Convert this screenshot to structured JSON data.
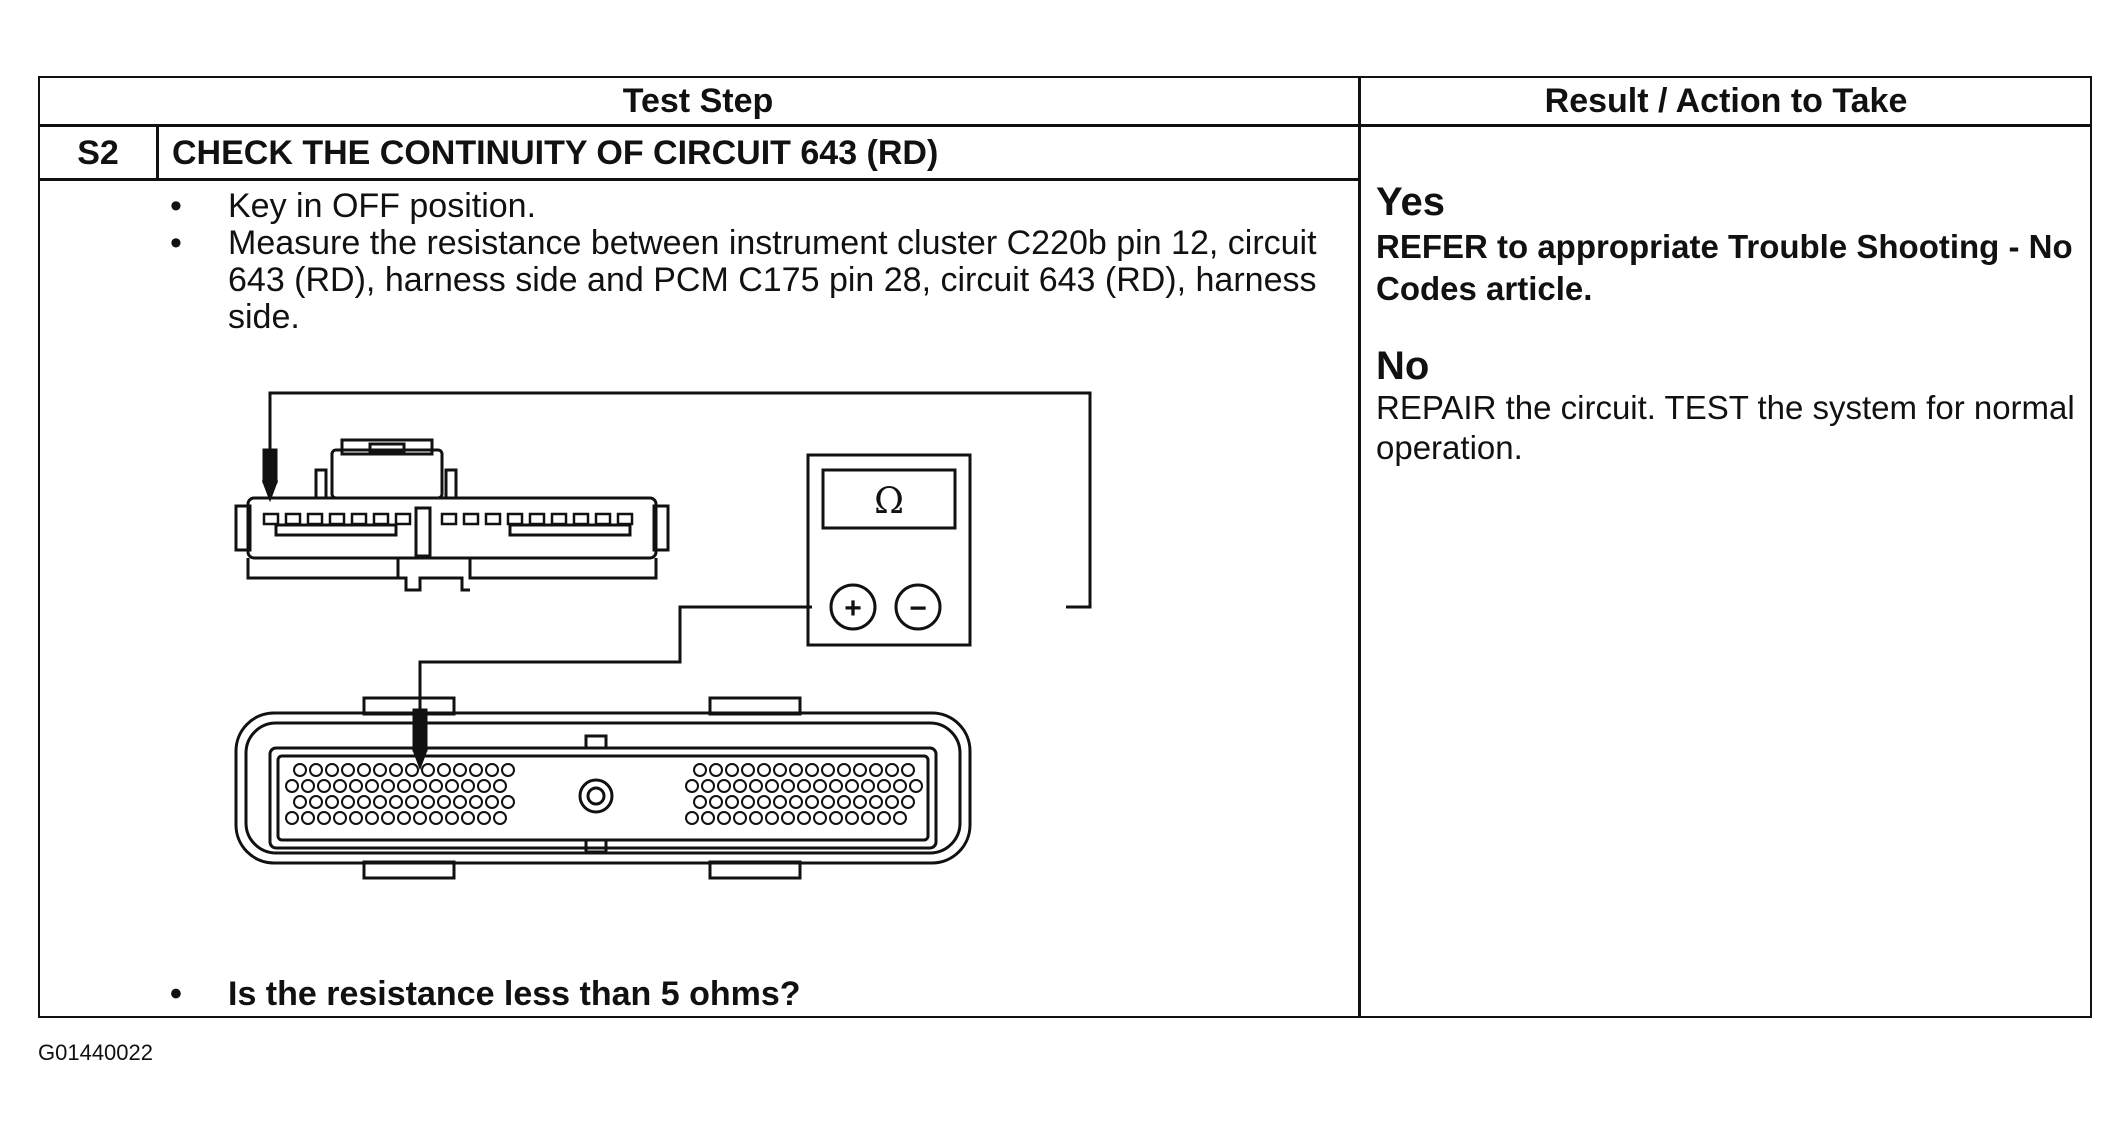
{
  "table": {
    "header_left": "Test Step",
    "header_right": "Result / Action to Take",
    "step_id": "S2",
    "step_title": "CHECK THE CONTINUITY OF CIRCUIT 643 (RD)",
    "bullets": [
      "Key in OFF position.",
      "Measure the resistance between instrument cluster C220b pin 12, circuit 643 (RD), harness side and PCM C175 pin 28, circuit 643 (RD), harness side."
    ],
    "question": "Is the resistance less than 5 ohms?",
    "bullet_symbol": "•"
  },
  "results": {
    "yes_label": "Yes",
    "yes_text": "REFER to appropriate Trouble Shooting - No Codes article.",
    "no_label": "No",
    "no_text": "REPAIR the circuit. TEST the system for normal operation."
  },
  "diagram": {
    "meter_symbol": "Ω",
    "plus_symbol": "+",
    "minus_symbol": "−"
  },
  "caption": "G01440022"
}
